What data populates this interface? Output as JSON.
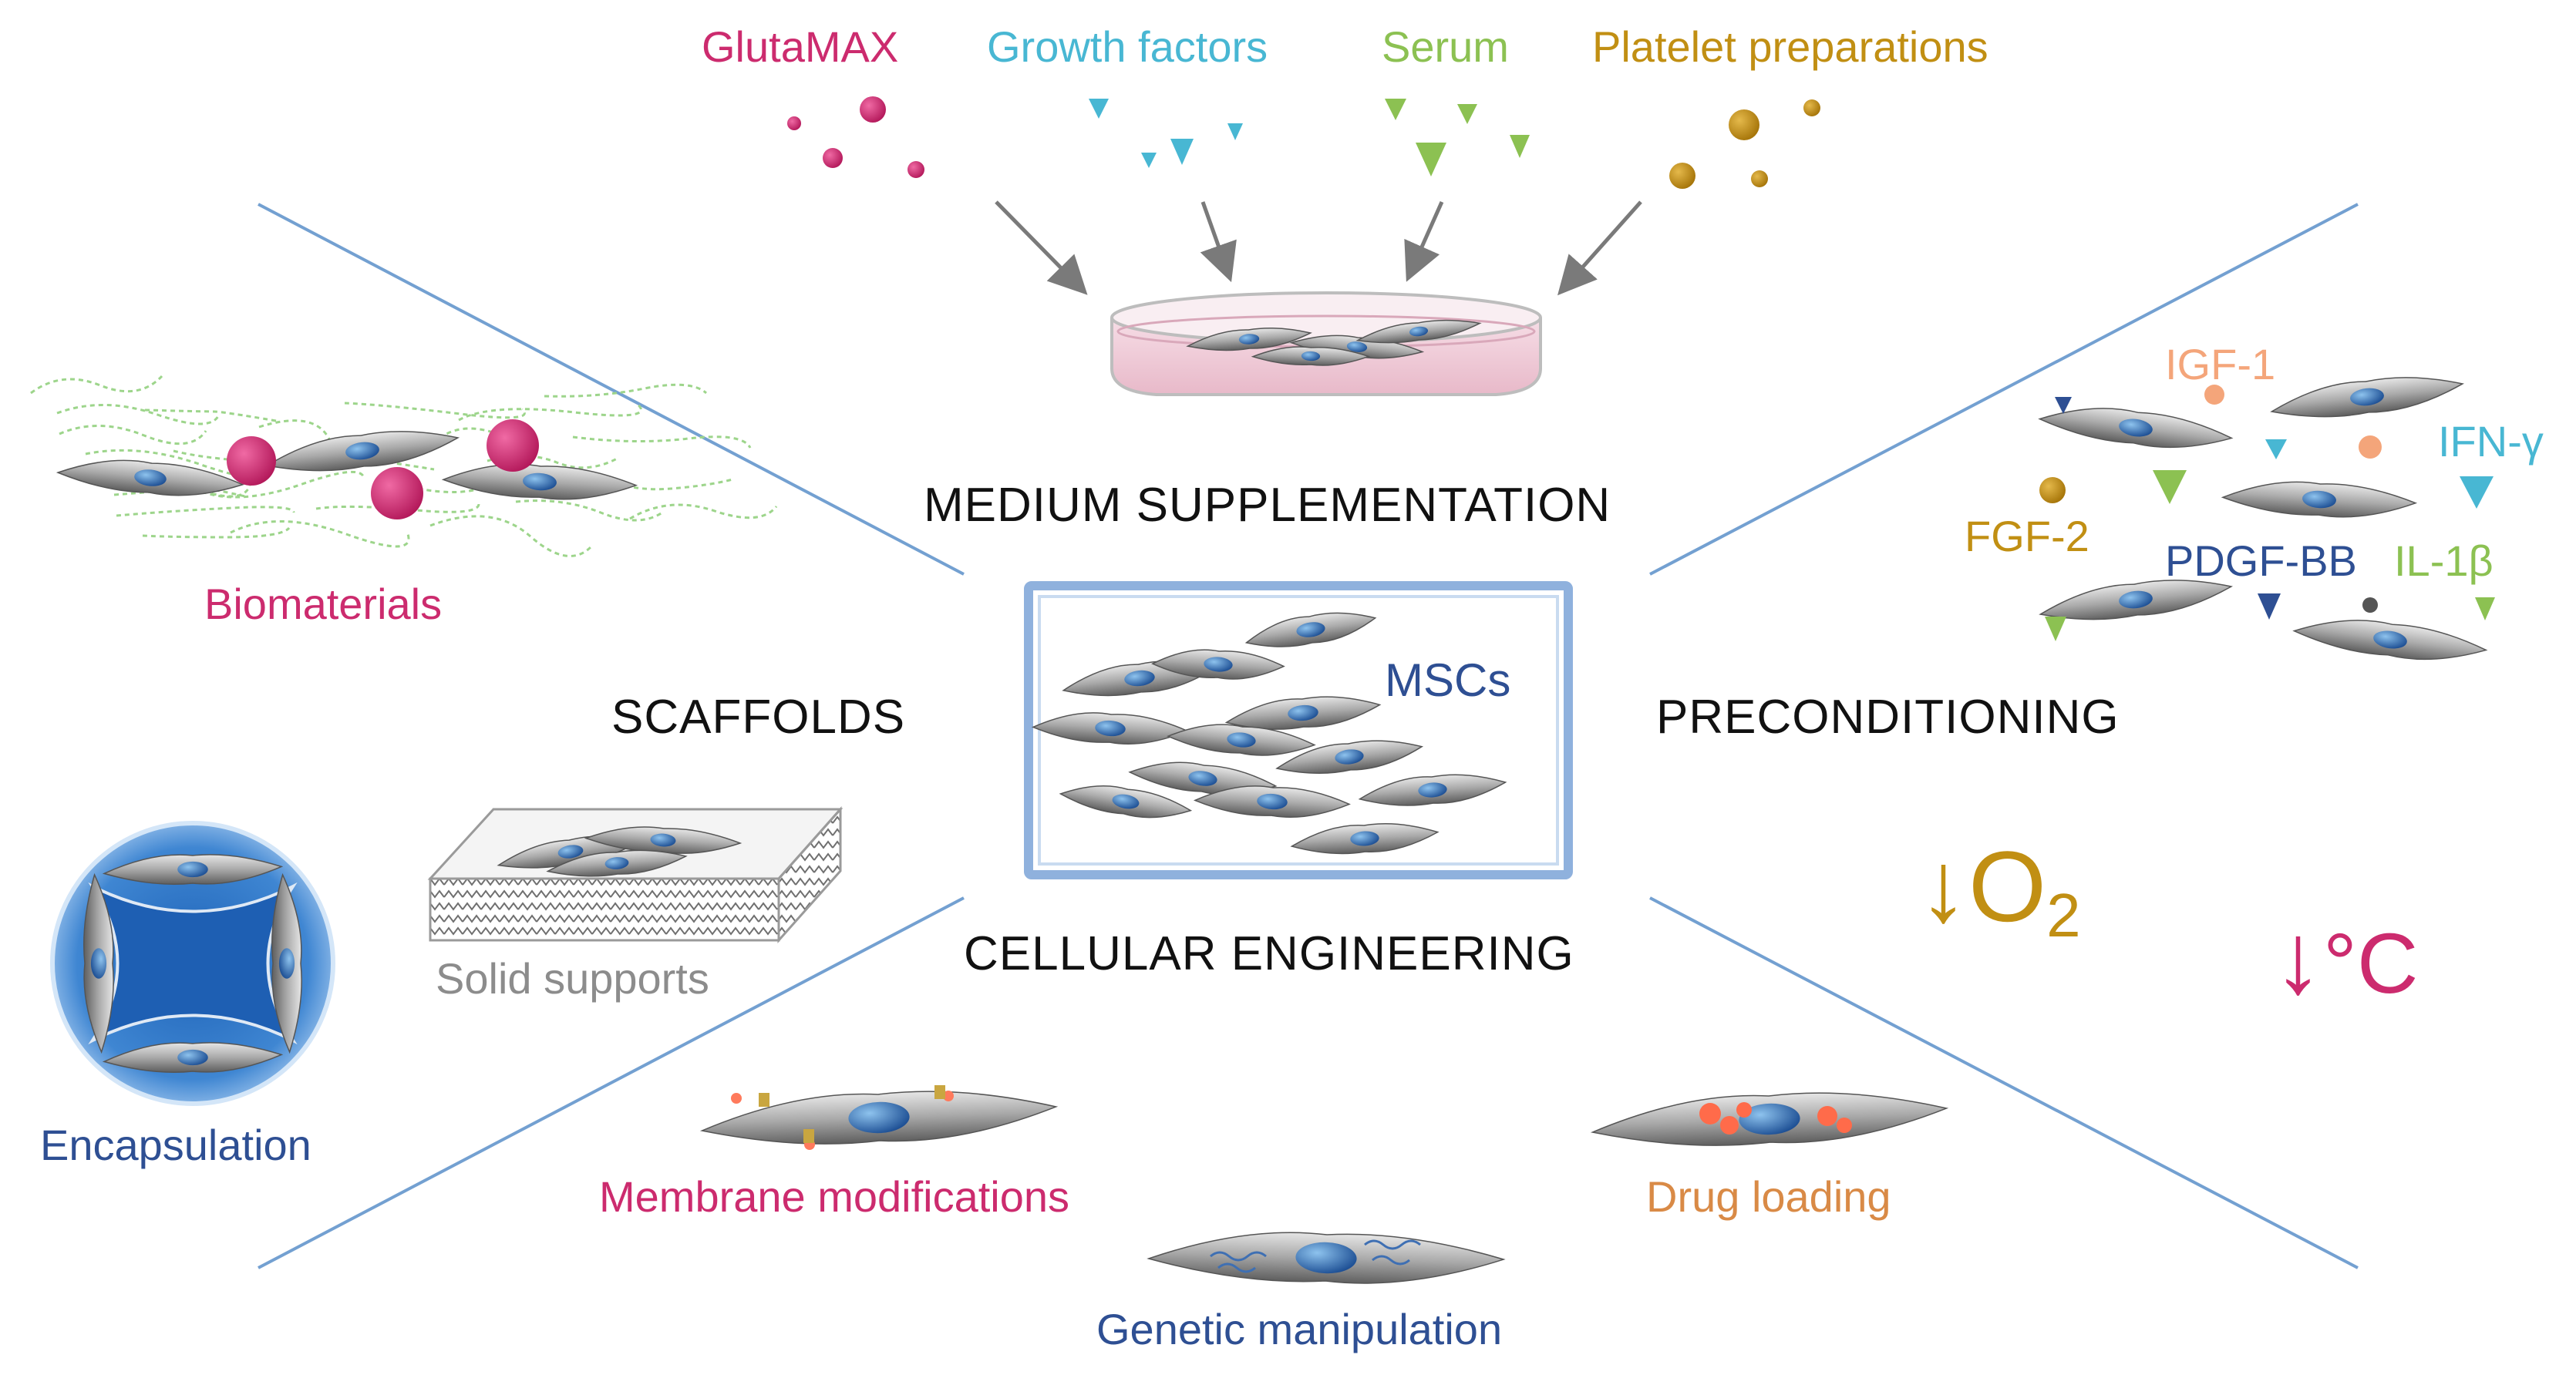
{
  "center": {
    "label": "MSCs"
  },
  "strategies": {
    "top": "MEDIUM SUPPLEMENTATION",
    "left": "SCAFFOLDS",
    "right": "PRECONDITIONING",
    "bottom": "CELLULAR ENGINEERING"
  },
  "supplements": [
    {
      "label": "GlutaMAX",
      "color": "#cc2b6e"
    },
    {
      "label": "Growth factors",
      "color": "#48b7d3"
    },
    {
      "label": "Serum",
      "color": "#8cc152"
    },
    {
      "label": "Platelet preparations",
      "color": "#c18f13"
    }
  ],
  "scaffolds": {
    "biomaterials": "Biomaterials",
    "solid_supports": "Solid supports",
    "encapsulation": "Encapsulation"
  },
  "preconditioning": {
    "cytokines": {
      "igf1": "IGF-1",
      "ifng": "IFN-γ",
      "fgf2": "FGF-2",
      "pdgfbb": "PDGF-BB",
      "il1b": "IL-1β"
    },
    "hypoxia": {
      "symbol": "↓",
      "base": "O",
      "subscript": "2"
    },
    "hypothermia": {
      "symbol": "↓",
      "unit": "°C"
    }
  },
  "engineering": {
    "membrane": "Membrane modifications",
    "genetic": "Genetic manipulation",
    "drug": "Drug loading"
  },
  "colors": {
    "divider_line": "#5b8fc9",
    "cell_body": "#b8b8b8",
    "nucleus": "#2a6bb5",
    "frame": "#8fb1dd",
    "arrow": "#7a7a7a"
  }
}
